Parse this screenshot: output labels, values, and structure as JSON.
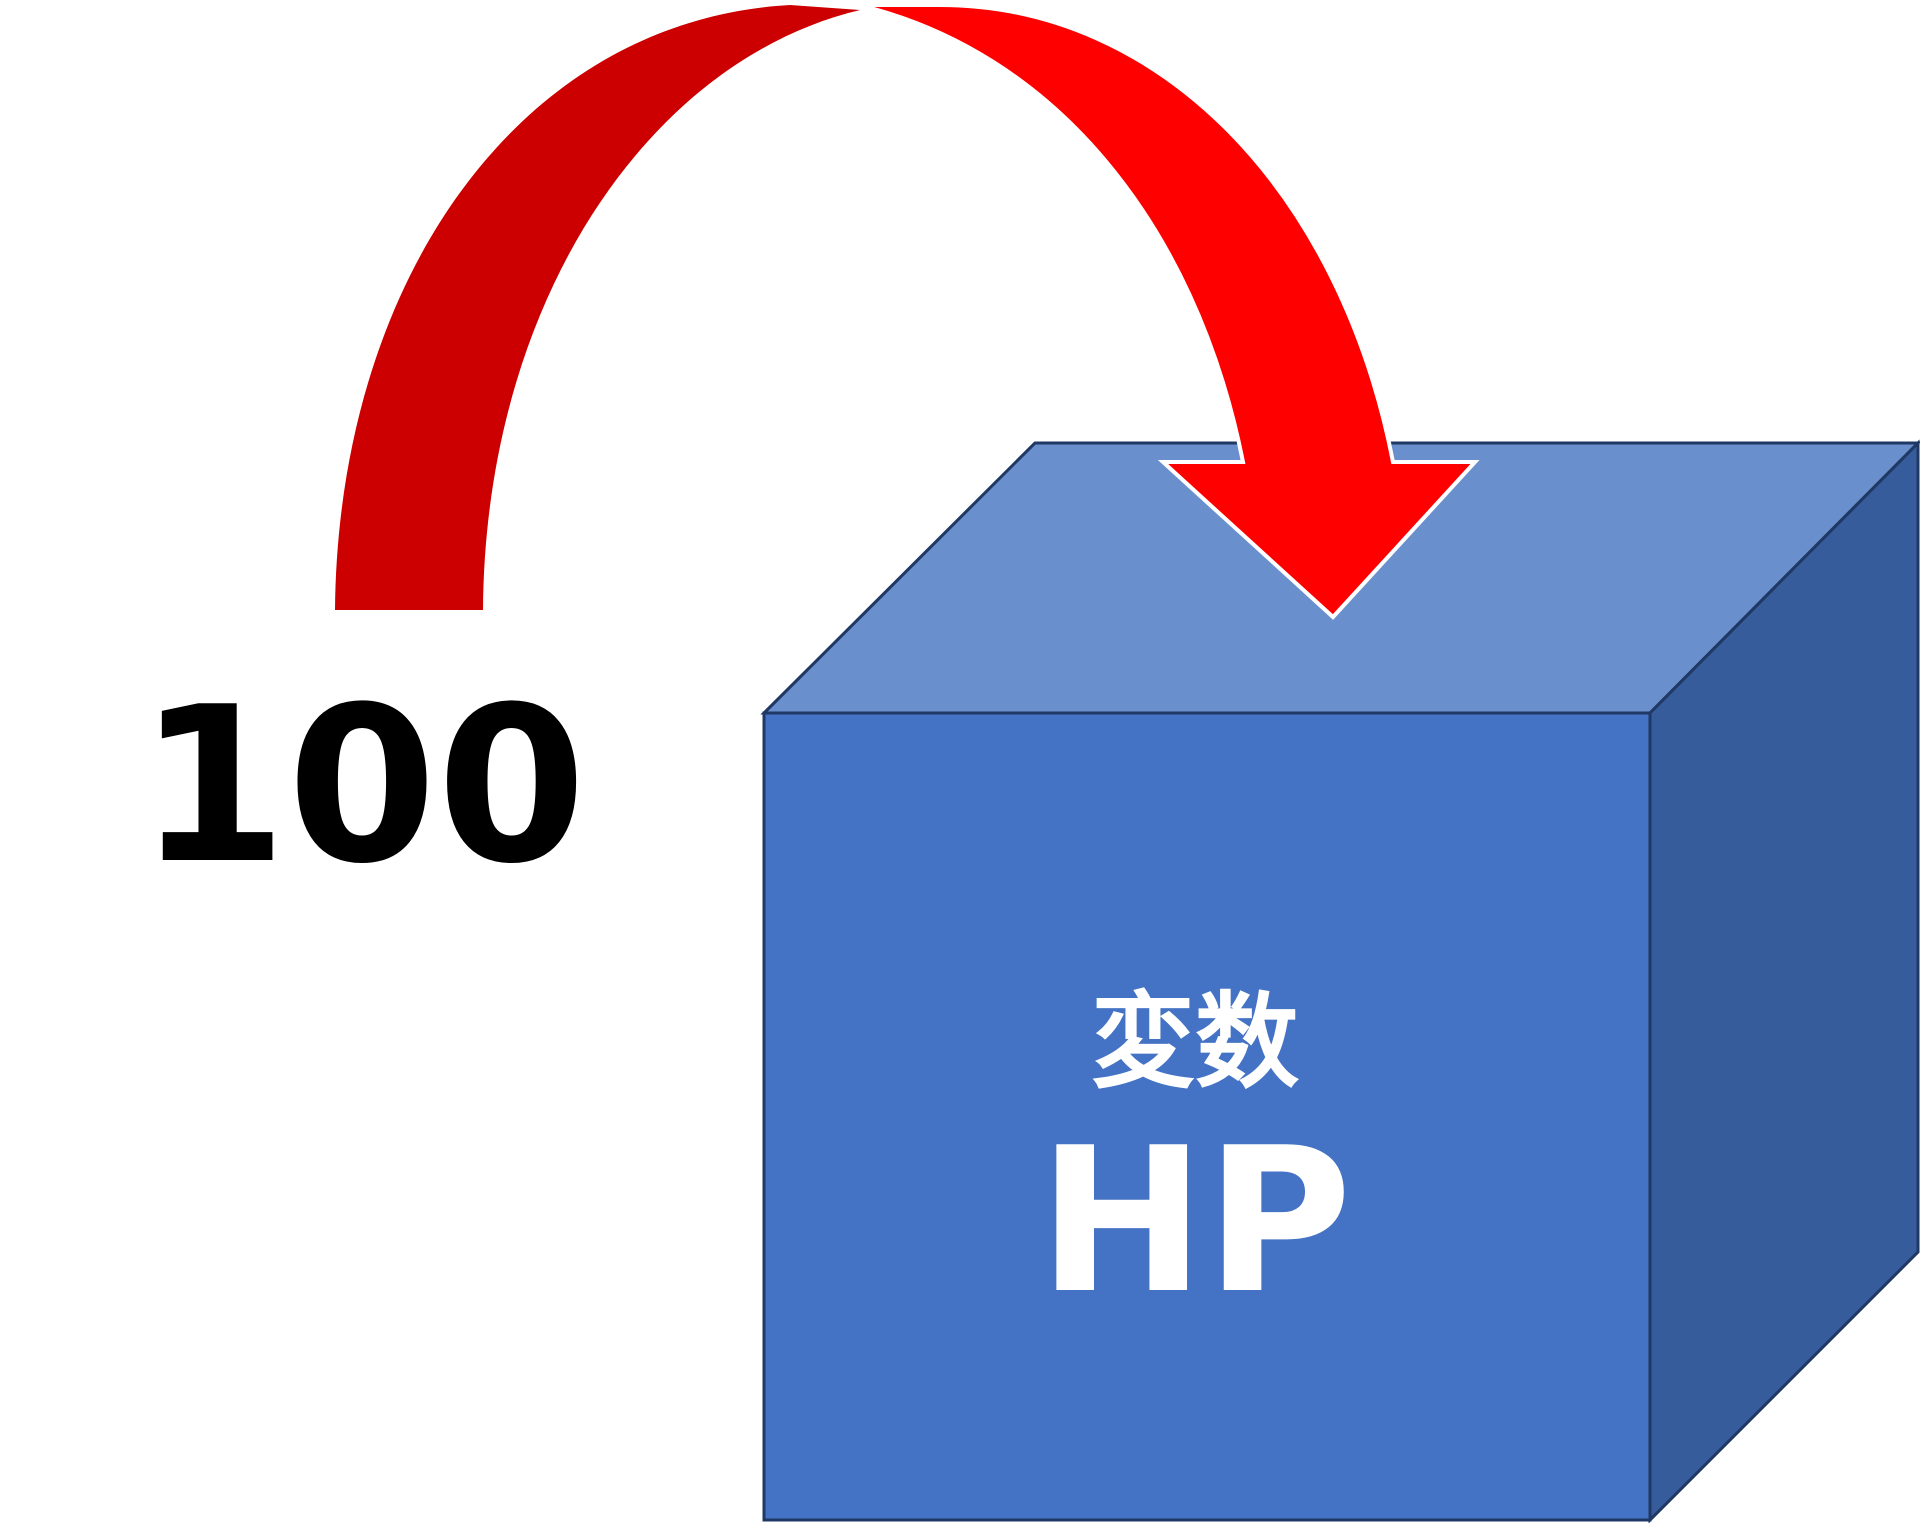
{
  "value_label": "100",
  "box": {
    "title": "変数",
    "name": "HP"
  },
  "colors": {
    "box_top": "#6a8fcd",
    "box_front": "#4472c4",
    "box_side": "#365c9c",
    "box_edge": "#1f3864",
    "arrow_dark": "#cc0000",
    "arrow_bright": "#ff0000"
  }
}
